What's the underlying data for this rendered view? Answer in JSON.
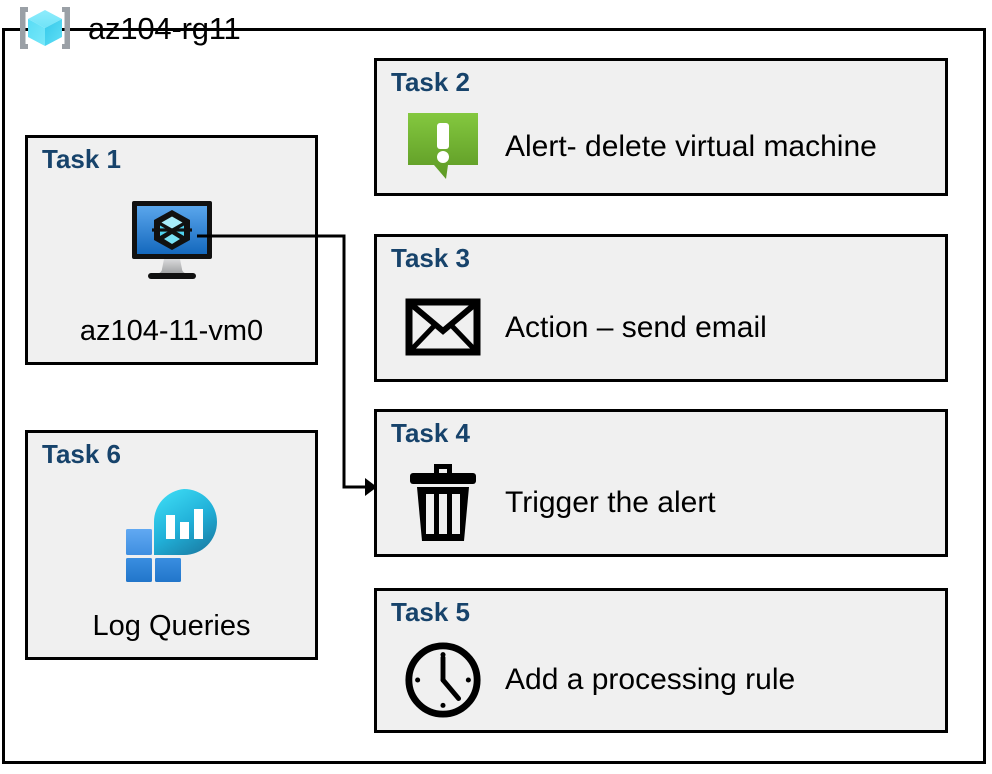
{
  "header": {
    "title": "az104-rg11",
    "icon": "azure-resource-group-icon"
  },
  "colors": {
    "task_label": "#17436b",
    "box_fill": "#f0f0f0",
    "box_border": "#000000",
    "alert_green_light": "#7dc242",
    "alert_green_dark": "#5d9926",
    "vm_blue_light": "#4f9ce8",
    "vm_blue_dark": "#1f6fc4",
    "log_cyan": "#32d4f0",
    "log_teal": "#1b87b0",
    "log_tile_light": "#4e9df0",
    "log_tile_dark": "#2a7fd4",
    "rg_cube_cyan": "#59e0f7",
    "rg_bracket_gray": "#9aa0a6"
  },
  "left_column": [
    {
      "label": "Task 1",
      "caption": "az104-11-vm0",
      "icon": "virtual-machine-icon"
    },
    {
      "label": "Task 6",
      "caption": "Log Queries",
      "icon": "log-analytics-icon"
    }
  ],
  "right_column": [
    {
      "label": "Task 2",
      "caption": "Alert- delete virtual machine",
      "icon": "alert-bubble-icon"
    },
    {
      "label": "Task 3",
      "caption": "Action – send email",
      "icon": "envelope-icon"
    },
    {
      "label": "Task 4",
      "caption": "Trigger the alert",
      "icon": "trash-can-icon"
    },
    {
      "label": "Task 5",
      "caption": "Add a processing rule",
      "icon": "clock-icon"
    }
  ],
  "connector": {
    "from": "Task 1 virtual machine",
    "to": "Task 4 trigger the alert",
    "arrow": "arrowhead-icon"
  }
}
